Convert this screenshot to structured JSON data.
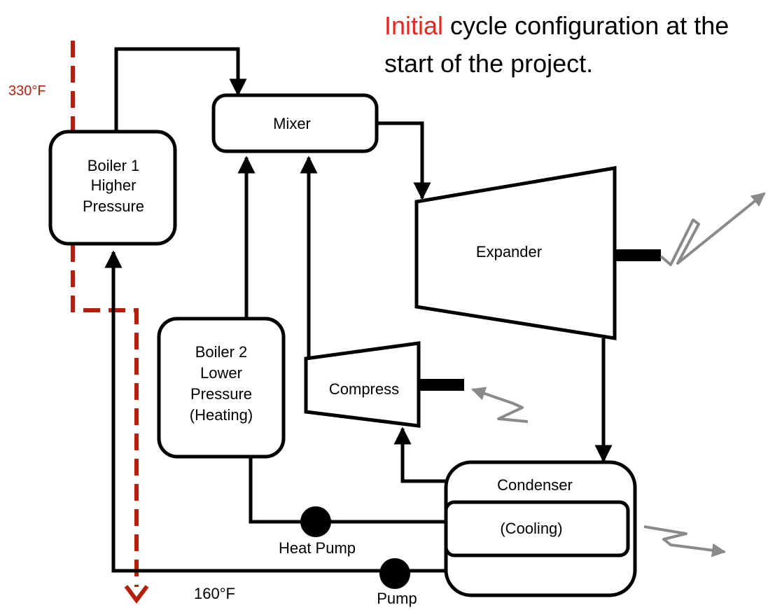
{
  "caption": {
    "highlight": "Initial",
    "rest": " cycle configuration at the start of the project."
  },
  "colors": {
    "highlight": "#e8251b",
    "hot_stream": "#b5200d",
    "work_arrow": "#8a8a8a"
  },
  "components": {
    "mixer": "Mixer",
    "boiler1": [
      "Boiler 1",
      "Higher",
      "Pressure"
    ],
    "boiler2": [
      "Boiler 2",
      "Lower",
      "Pressure",
      "(Heating)"
    ],
    "expander": "Expander",
    "compressor": "Compress",
    "condenser": "Condenser",
    "condenser_cooling": "(Cooling)",
    "heat_pump": "Heat Pump",
    "pump": "Pump"
  },
  "temperatures": {
    "inlet": "330°F",
    "outlet": "160°F"
  }
}
